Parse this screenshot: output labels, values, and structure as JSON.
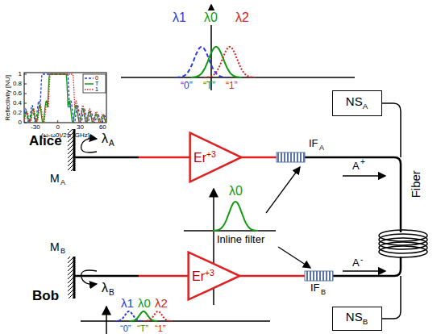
{
  "diagram": {
    "nodes": [
      {
        "text": [
          "NS",
          "A"
        ]
      },
      {
        "text": [
          "Er",
          "+3"
        ]
      },
      {
        "text": [
          "Er",
          "+3"
        ]
      },
      {
        "text": [
          "NS",
          "B"
        ]
      }
    ],
    "labels": [
      "λ1",
      "λ0",
      "λ2",
      "“0”",
      "“T”",
      "“1”",
      "Reflectivity [NU]",
      "1",
      "0.8",
      "0.6",
      "0.4",
      "0.2",
      "0",
      "-30",
      "0",
      "30",
      "60",
      "(ω-ω0)/2π [GHz]",
      "Alice",
      "M",
      "A",
      "λ",
      "A",
      "IF",
      "A",
      "A",
      "+",
      "Fiber",
      "λ0",
      "Inline filter",
      "Bob",
      "M",
      "B",
      "λ",
      "B",
      "IF",
      "B",
      "A",
      "-",
      "λ1",
      "λ0",
      "λ2",
      "“0”",
      "“T”",
      "“1”"
    ],
    "legend": [
      {
        "text": "0"
      },
      {
        "text": "T"
      },
      {
        "text": "1"
      }
    ]
  }
}
